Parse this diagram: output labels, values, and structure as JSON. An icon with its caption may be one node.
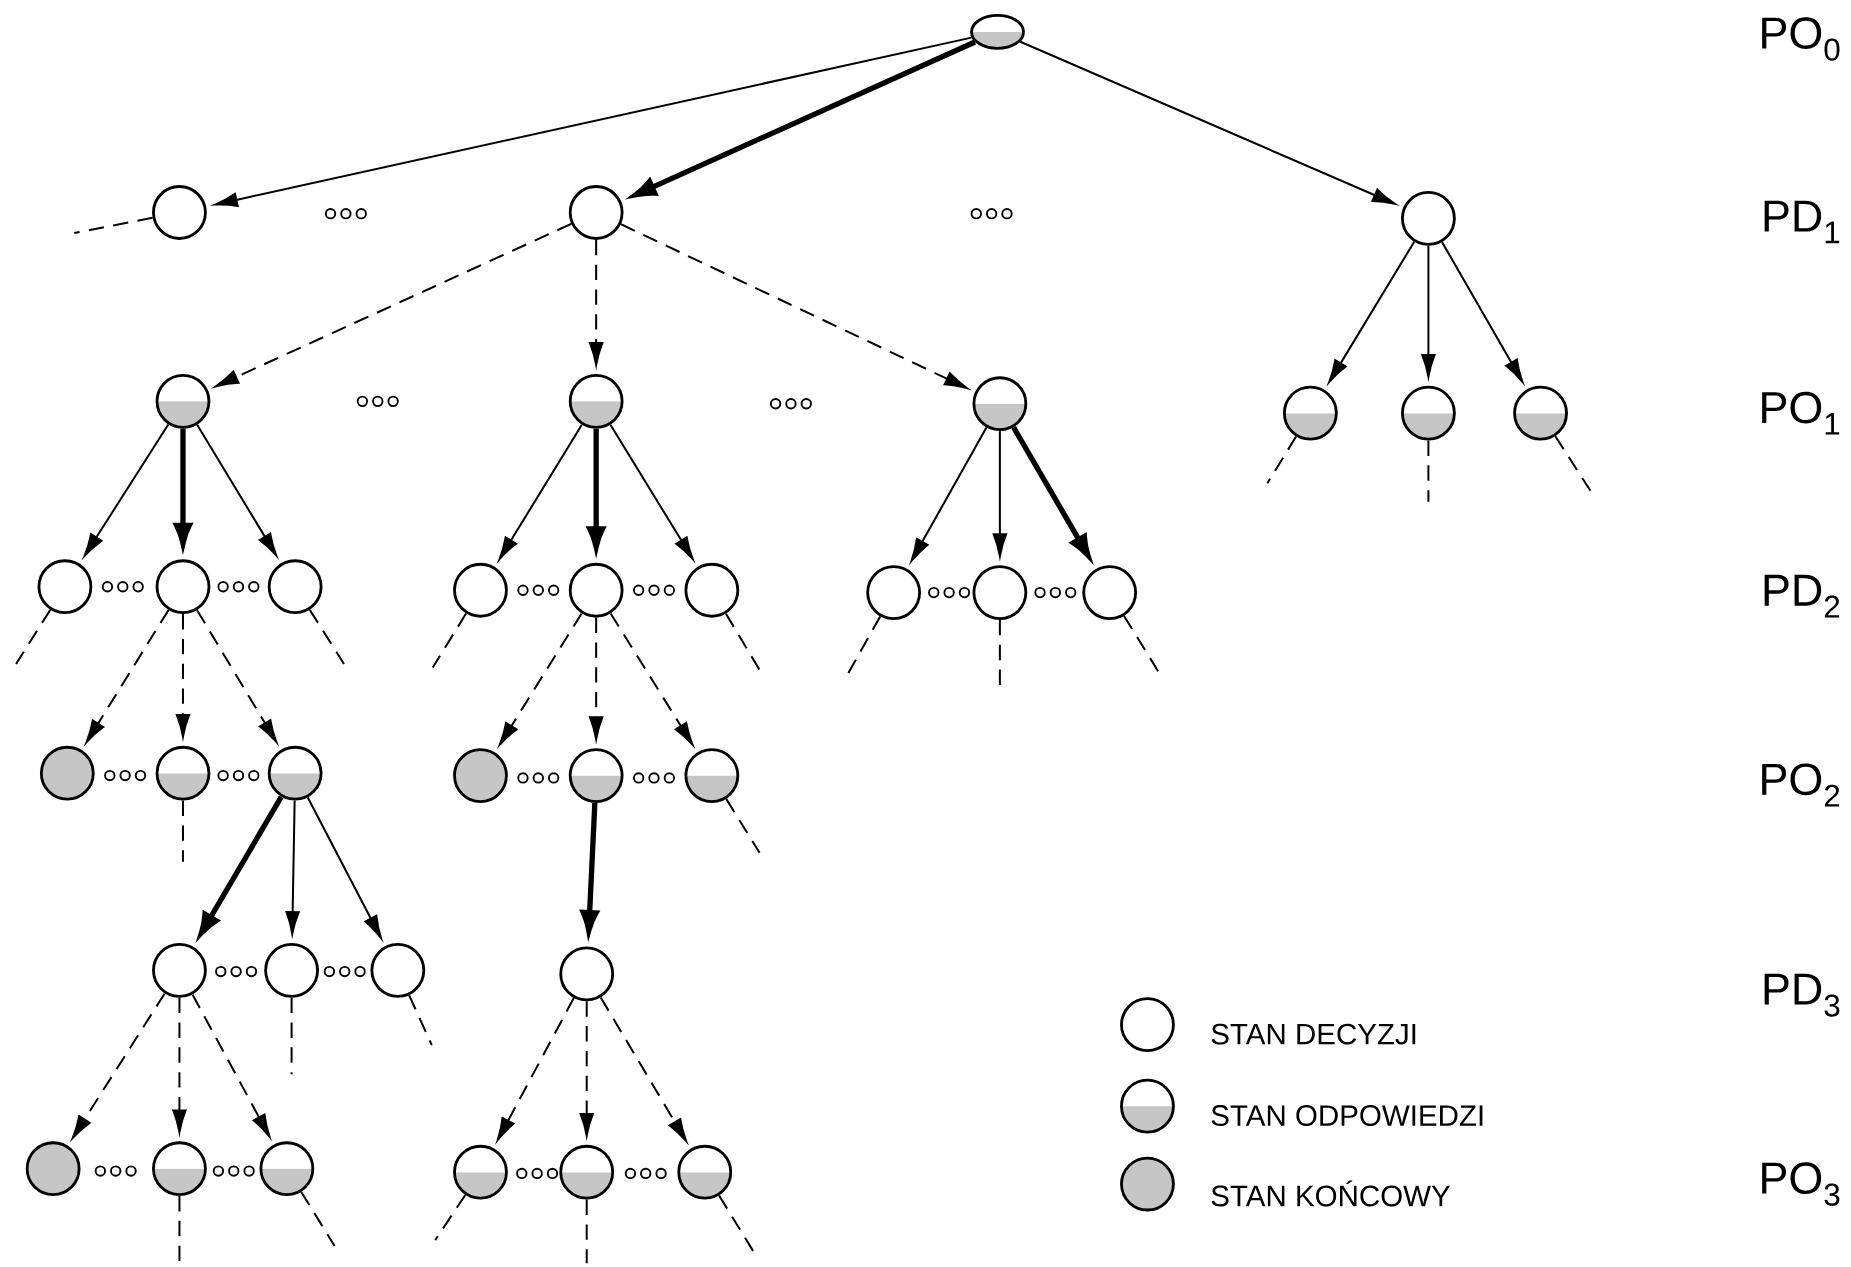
{
  "diagram": {
    "nodes": [
      {
        "text": [],
        "shape": "half-circle"
      },
      {
        "text": [],
        "shape": "circle"
      },
      {
        "text": [],
        "shape": "circle"
      },
      {
        "text": [],
        "shape": "circle"
      },
      {
        "text": [],
        "shape": "half-circle"
      },
      {
        "text": [],
        "shape": "half-circle"
      },
      {
        "text": [],
        "shape": "half-circle"
      },
      {
        "text": [],
        "shape": "half-circle"
      },
      {
        "text": [],
        "shape": "half-circle"
      },
      {
        "text": [],
        "shape": "half-circle"
      },
      {
        "text": [],
        "shape": "circle"
      },
      {
        "text": [],
        "shape": "circle"
      },
      {
        "text": [],
        "shape": "circle"
      },
      {
        "text": [],
        "shape": "circle"
      },
      {
        "text": [],
        "shape": "circle"
      },
      {
        "text": [],
        "shape": "circle"
      },
      {
        "text": [],
        "shape": "circle"
      },
      {
        "text": [],
        "shape": "circle"
      },
      {
        "text": [],
        "shape": "circle"
      },
      {
        "text": [],
        "shape": "disc"
      },
      {
        "text": [],
        "shape": "half-circle"
      },
      {
        "text": [],
        "shape": "half-circle"
      },
      {
        "text": [],
        "shape": "disc"
      },
      {
        "text": [],
        "shape": "half-circle"
      },
      {
        "text": [],
        "shape": "half-circle"
      },
      {
        "text": [],
        "shape": "circle"
      },
      {
        "text": [],
        "shape": "circle"
      },
      {
        "text": [],
        "shape": "circle"
      },
      {
        "text": [],
        "shape": "circle"
      },
      {
        "text": [],
        "shape": "disc"
      },
      {
        "text": [],
        "shape": "half-circle"
      },
      {
        "text": [],
        "shape": "half-circle"
      },
      {
        "text": [],
        "shape": "half-circle"
      },
      {
        "text": [],
        "shape": "half-circle"
      },
      {
        "text": [],
        "shape": "half-circle"
      }
    ],
    "edges": [
      {
        "from": 0,
        "to": 1,
        "arrow": "to"
      },
      {
        "from": 0,
        "to": 2,
        "arrow": "to",
        "style": "thick"
      },
      {
        "from": 0,
        "to": 3,
        "arrow": "to"
      },
      {
        "from": 1,
        "to": null,
        "arrow": "none",
        "style": "dashed"
      },
      {
        "from": 2,
        "to": 4,
        "arrow": "to",
        "style": "dashed"
      },
      {
        "from": 2,
        "to": 5,
        "arrow": "to",
        "style": "dashed"
      },
      {
        "from": 2,
        "to": 6,
        "arrow": "to",
        "style": "dashed"
      },
      {
        "from": 3,
        "to": 7,
        "arrow": "to"
      },
      {
        "from": 3,
        "to": 8,
        "arrow": "to"
      },
      {
        "from": 3,
        "to": 9,
        "arrow": "to"
      },
      {
        "from": 4,
        "to": 10,
        "arrow": "to"
      },
      {
        "from": 4,
        "to": 11,
        "arrow": "to",
        "style": "thick"
      },
      {
        "from": 4,
        "to": 12,
        "arrow": "to"
      },
      {
        "from": 5,
        "to": 13,
        "arrow": "to"
      },
      {
        "from": 5,
        "to": 14,
        "arrow": "to",
        "style": "thick"
      },
      {
        "from": 5,
        "to": 15,
        "arrow": "to"
      },
      {
        "from": 6,
        "to": 16,
        "arrow": "to"
      },
      {
        "from": 6,
        "to": 17,
        "arrow": "to"
      },
      {
        "from": 6,
        "to": 18,
        "arrow": "to",
        "style": "thick"
      },
      {
        "from": 7,
        "to": null,
        "arrow": "none",
        "style": "dashed"
      },
      {
        "from": 8,
        "to": null,
        "arrow": "none",
        "style": "dashed"
      },
      {
        "from": 9,
        "to": null,
        "arrow": "none",
        "style": "dashed"
      },
      {
        "from": 10,
        "to": null,
        "arrow": "none",
        "style": "dashed"
      },
      {
        "from": 11,
        "to": 19,
        "arrow": "to",
        "style": "dashed"
      },
      {
        "from": 11,
        "to": 20,
        "arrow": "to",
        "style": "dashed"
      },
      {
        "from": 11,
        "to": 21,
        "arrow": "to",
        "style": "dashed"
      },
      {
        "from": 12,
        "to": null,
        "arrow": "none",
        "style": "dashed"
      },
      {
        "from": 13,
        "to": null,
        "arrow": "none",
        "style": "dashed"
      },
      {
        "from": 14,
        "to": 22,
        "arrow": "to",
        "style": "dashed"
      },
      {
        "from": 14,
        "to": 23,
        "arrow": "to",
        "style": "dashed"
      },
      {
        "from": 14,
        "to": 24,
        "arrow": "to",
        "style": "dashed"
      },
      {
        "from": 15,
        "to": null,
        "arrow": "none",
        "style": "dashed"
      },
      {
        "from": 16,
        "to": null,
        "arrow": "none",
        "style": "dashed"
      },
      {
        "from": 17,
        "to": null,
        "arrow": "none",
        "style": "dashed"
      },
      {
        "from": 18,
        "to": null,
        "arrow": "none",
        "style": "dashed"
      },
      {
        "from": 20,
        "to": null,
        "arrow": "none",
        "style": "dashed"
      },
      {
        "from": 21,
        "to": 25,
        "arrow": "to",
        "style": "thick"
      },
      {
        "from": 21,
        "to": 26,
        "arrow": "to"
      },
      {
        "from": 21,
        "to": 27,
        "arrow": "to"
      },
      {
        "from": 23,
        "to": 28,
        "arrow": "to",
        "style": "thick"
      },
      {
        "from": 24,
        "to": null,
        "arrow": "none",
        "style": "dashed"
      },
      {
        "from": 25,
        "to": 29,
        "arrow": "to",
        "style": "dashed"
      },
      {
        "from": 25,
        "to": 30,
        "arrow": "to",
        "style": "dashed"
      },
      {
        "from": 25,
        "to": 31,
        "arrow": "to",
        "style": "dashed"
      },
      {
        "from": 26,
        "to": null,
        "arrow": "none",
        "style": "dashed"
      },
      {
        "from": 27,
        "to": null,
        "arrow": "none",
        "style": "dashed"
      },
      {
        "from": 28,
        "to": 32,
        "arrow": "to",
        "style": "dashed"
      },
      {
        "from": 28,
        "to": 33,
        "arrow": "to",
        "style": "dashed"
      },
      {
        "from": 28,
        "to": 34,
        "arrow": "to",
        "style": "dashed"
      },
      {
        "from": 30,
        "to": null,
        "arrow": "none",
        "style": "dashed"
      },
      {
        "from": 31,
        "to": null,
        "arrow": "none",
        "style": "dashed"
      },
      {
        "from": 32,
        "to": null,
        "arrow": "none",
        "style": "dashed"
      },
      {
        "from": 33,
        "to": null,
        "arrow": "none",
        "style": "dashed"
      },
      {
        "from": 34,
        "to": null,
        "arrow": "none",
        "style": "dashed"
      }
    ],
    "labels": [
      "PO$_{0}$",
      "PD$_{1}$",
      "PO$_{1}$",
      "PD$_{2}$",
      "PO$_{2}$",
      "PD$_{3}$",
      "PO$_{3}$"
    ],
    "legend": [
      {
        "text": "STAN DECYZJI"
      },
      {
        "text": "STAN ODPOWIEDZI"
      },
      {
        "text": "STAN KOŃCOWY"
      }
    ]
  }
}
